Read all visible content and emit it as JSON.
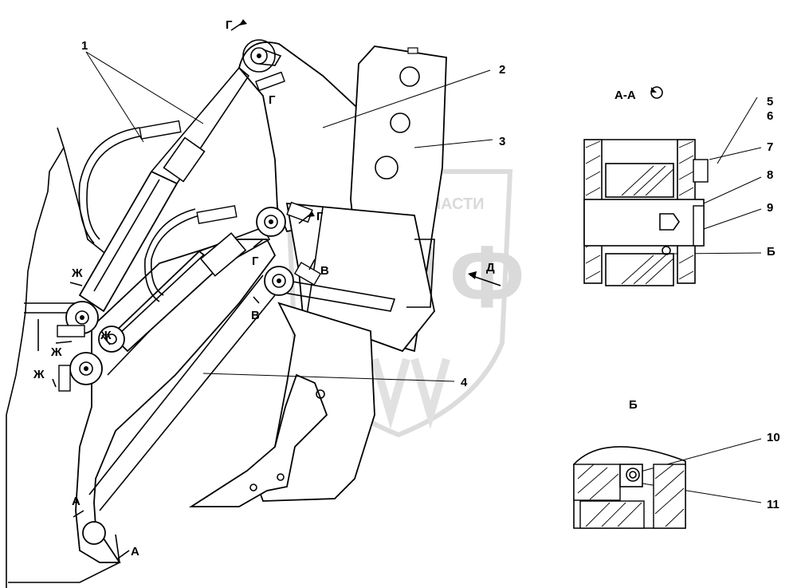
{
  "watermark": {
    "brand_line": "ТЕХНИКА    ЗАПЧАСТИ",
    "logo_letters": "ЭПФ"
  },
  "callouts": [
    "1",
    "2",
    "3",
    "4",
    "5",
    "6",
    "7",
    "8",
    "9",
    "10",
    "11"
  ],
  "section_marks": {
    "G_top": "Г",
    "G_mid": "Г",
    "G_low": "Г",
    "G_under": "Г",
    "V_1": "В",
    "V_2": "В",
    "D": "Д",
    "Zh_1": "Ж",
    "Zh_2": "Ж",
    "Zh_3": "Ж",
    "Zh_4": "Ж",
    "A_1": "А",
    "A_2": "А",
    "B_ref": "Б"
  },
  "views": {
    "section_aa_title": "А-А",
    "detail_b_title": "Б"
  },
  "colors": {
    "line": "#000000",
    "background": "#ffffff",
    "watermark": "#d6d6d6"
  }
}
